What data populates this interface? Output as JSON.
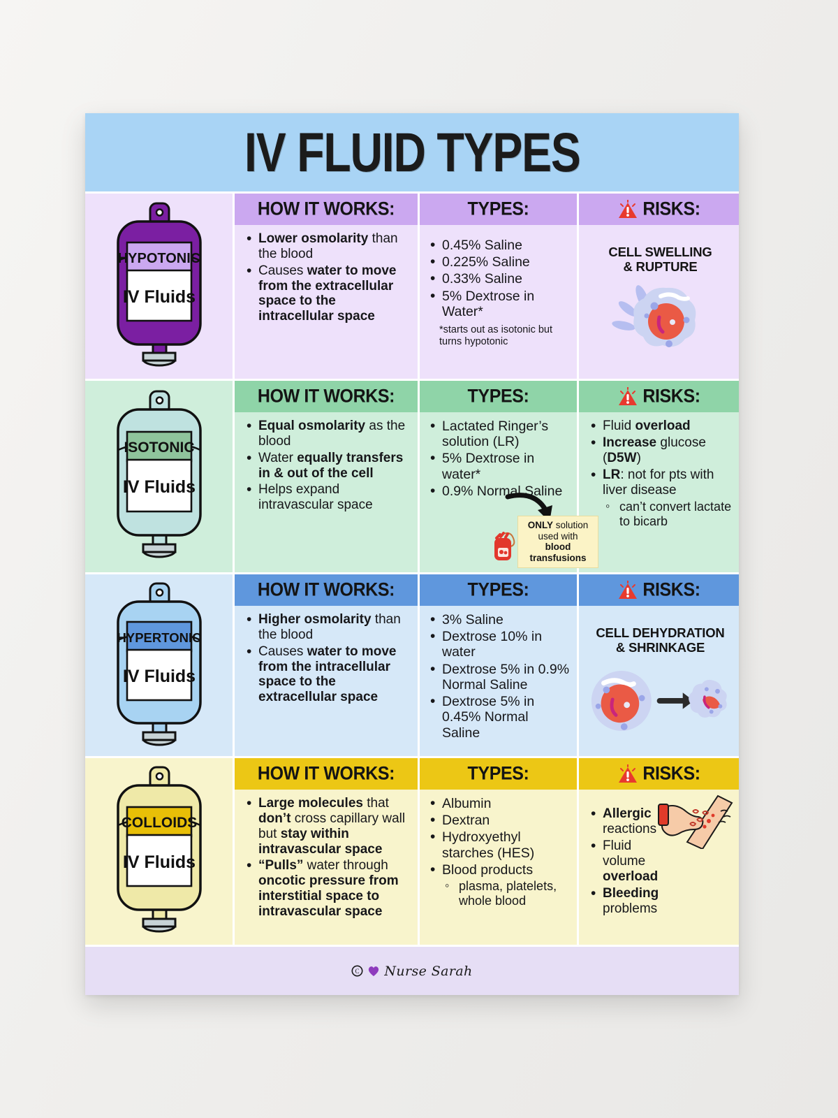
{
  "poster": {
    "title": "IV FLUID TYPES",
    "column_headers": {
      "how": "HOW IT WORKS:",
      "types": "TYPES:",
      "risks": "RISKS:"
    },
    "footer": {
      "copyright": "©",
      "heart": "♥",
      "signature": "Nurse Sarah"
    },
    "colors": {
      "title_band": "#a9d4f5",
      "hypotonic_header": "#cba8f0",
      "hypotonic_body": "#eee1fb",
      "isotonic_header": "#8fd4a8",
      "isotonic_body": "#cfeedb",
      "hypertonic_header": "#5f97dd",
      "hypertonic_body": "#d6e8f8",
      "colloids_header": "#ecc715",
      "colloids_body": "#f8f4cc",
      "footer": "#e6def5",
      "warning_red": "#e83a2e",
      "callout_bg": "#fbf3c6"
    }
  },
  "rows": [
    {
      "id": "hypotonic",
      "bag_label": "HYPOTONIC",
      "bag_sublabel": "IV Fluids",
      "how_it_works": [
        {
          "parts": [
            {
              "t": "Lower osmolarity",
              "b": true
            },
            {
              "t": " than the blood",
              "b": false
            }
          ]
        },
        {
          "parts": [
            {
              "t": "Causes ",
              "b": false
            },
            {
              "t": "water to move from the extracellular space to the intracellular space",
              "b": true
            }
          ]
        }
      ],
      "types": [
        "0.45% Saline",
        "0.225% Saline",
        "0.33% Saline",
        "5% Dextrose in Water*"
      ],
      "types_footnote": "*starts out as isotonic but turns hypotonic",
      "risk_caption": "CELL SWELLING\n& RUPTURE",
      "risk_icon": "swelling-cell-icon",
      "risks": []
    },
    {
      "id": "isotonic",
      "bag_label": "ISOTONIC",
      "bag_sublabel": "IV Fluids",
      "how_it_works": [
        {
          "parts": [
            {
              "t": "Equal osmolarity",
              "b": true
            },
            {
              "t": " as the blood",
              "b": false
            }
          ]
        },
        {
          "parts": [
            {
              "t": "Water ",
              "b": false
            },
            {
              "t": "equally transfers in & out of the cell",
              "b": true
            }
          ]
        },
        {
          "parts": [
            {
              "t": "Helps expand intravascular space",
              "b": false
            }
          ]
        }
      ],
      "types": [
        "Lactated Ringer’s solution (LR)",
        "5% Dextrose in water*",
        "0.9% Normal Saline"
      ],
      "callout": {
        "line1_bold": "ONLY",
        "line1_rest": " solution",
        "line2": "used with",
        "line3_bold": "blood transfusions"
      },
      "risks": [
        {
          "parts": [
            {
              "t": "Fluid ",
              "b": false
            },
            {
              "t": "overload",
              "b": true
            }
          ]
        },
        {
          "parts": [
            {
              "t": "Increase",
              "b": true
            },
            {
              "t": " glucose (",
              "b": false
            },
            {
              "t": "D5W",
              "b": true
            },
            {
              "t": ")",
              "b": false
            }
          ]
        },
        {
          "parts": [
            {
              "t": "LR",
              "b": true
            },
            {
              "t": ": not for pts with liver disease",
              "b": false
            }
          ],
          "sub": "can’t convert lactate to bicarb"
        }
      ]
    },
    {
      "id": "hypertonic",
      "bag_label": "HYPERTONIC",
      "bag_sublabel": "IV Fluids",
      "how_it_works": [
        {
          "parts": [
            {
              "t": "Higher osmolarity",
              "b": true
            },
            {
              "t": " than the blood",
              "b": false
            }
          ]
        },
        {
          "parts": [
            {
              "t": "Causes ",
              "b": false
            },
            {
              "t": "water to move from the intracellular space to the extracellular space",
              "b": true
            }
          ]
        }
      ],
      "types": [
        "3% Saline",
        "Dextrose 10% in water",
        "Dextrose 5% in 0.9% Normal Saline",
        "Dextrose 5% in 0.45% Normal Saline"
      ],
      "risk_caption": "CELL DEHYDRATION\n& SHRINKAGE",
      "risk_icon": "shrinking-cell-icon",
      "risks": []
    },
    {
      "id": "colloids",
      "bag_label": "COLLOIDS",
      "bag_sublabel": "IV Fluids",
      "how_it_works": [
        {
          "parts": [
            {
              "t": "Large molecules",
              "b": true
            },
            {
              "t": " that ",
              "b": false
            },
            {
              "t": "don’t",
              "b": true
            },
            {
              "t": " cross capillary wall but ",
              "b": false
            },
            {
              "t": "stay within intravascular space",
              "b": true
            }
          ]
        },
        {
          "parts": [
            {
              "t": "“Pulls”",
              "b": true
            },
            {
              "t": " water through ",
              "b": false
            },
            {
              "t": "oncotic pressure from interstitial space to intravascular space",
              "b": true
            }
          ]
        }
      ],
      "types": [
        "Albumin",
        "Dextran",
        "Hydroxyethyl starches (HES)",
        "Blood products"
      ],
      "types_sub": "plasma, platelets, whole blood",
      "risks": [
        {
          "parts": [
            {
              "t": "Allergic",
              "b": true
            },
            {
              "t": " reactions",
              "b": false
            }
          ]
        },
        {
          "parts": [
            {
              "t": "Fluid volume ",
              "b": false
            },
            {
              "t": "overload",
              "b": true
            }
          ]
        },
        {
          "parts": [
            {
              "t": "Bleeding",
              "b": true
            },
            {
              "t": " problems",
              "b": false
            }
          ]
        }
      ],
      "risk_icon": "skin-rash-icon"
    }
  ]
}
